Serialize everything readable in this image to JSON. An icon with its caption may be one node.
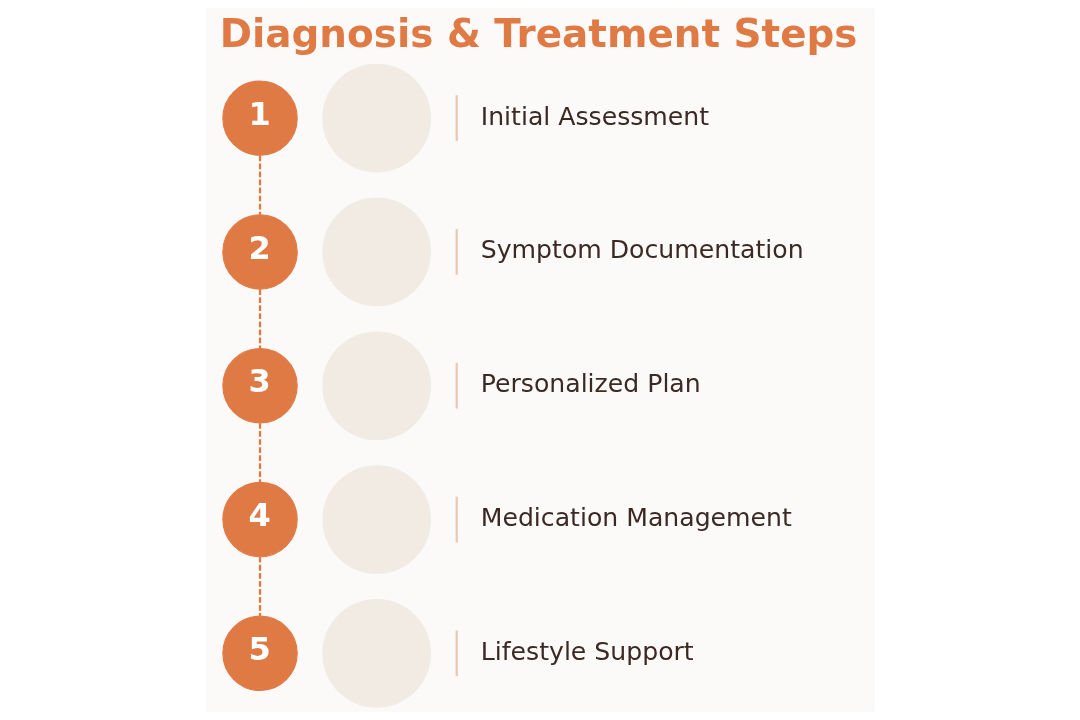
{
  "diagram": {
    "title": "Diagnosis & Treatment Steps",
    "nodes": [
      {
        "text": [
          "1"
        ]
      },
      {
        "text": [],
        "shape": "circle",
        "beside": [
          "Initial Assessment"
        ]
      },
      {
        "text": [
          "2"
        ]
      },
      {
        "text": [],
        "shape": "circle",
        "beside": [
          "Symptom Documentation"
        ]
      },
      {
        "text": [
          "3"
        ]
      },
      {
        "text": [],
        "shape": "circle",
        "beside": [
          "Personalized Plan"
        ]
      },
      {
        "text": [
          "4"
        ]
      },
      {
        "text": [],
        "shape": "circle",
        "beside": [
          "Medication Management"
        ]
      },
      {
        "text": [
          "5"
        ]
      },
      {
        "text": [],
        "shape": "circle",
        "beside": [
          "Lifestyle Support"
        ]
      }
    ],
    "edges": [
      {
        "from": 0,
        "to": 2,
        "arrow": "none",
        "style": "dashed"
      },
      {
        "from": 2,
        "to": 4,
        "arrow": "none",
        "style": "dashed"
      },
      {
        "from": 4,
        "to": 6,
        "arrow": "none",
        "style": "dashed"
      },
      {
        "from": 6,
        "to": 8,
        "arrow": "none",
        "style": "dashed"
      }
    ]
  }
}
